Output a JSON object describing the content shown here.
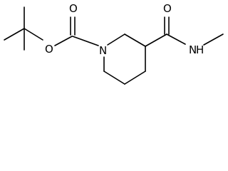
{
  "molecule": {
    "atoms": {
      "ester_oxygen": "O",
      "carbonyl_oxygen_left": "O",
      "ring_nitrogen": "N",
      "carbonyl_oxygen_right": "O",
      "amide_nitrogen": "N",
      "amide_hydrogen": "H"
    }
  }
}
